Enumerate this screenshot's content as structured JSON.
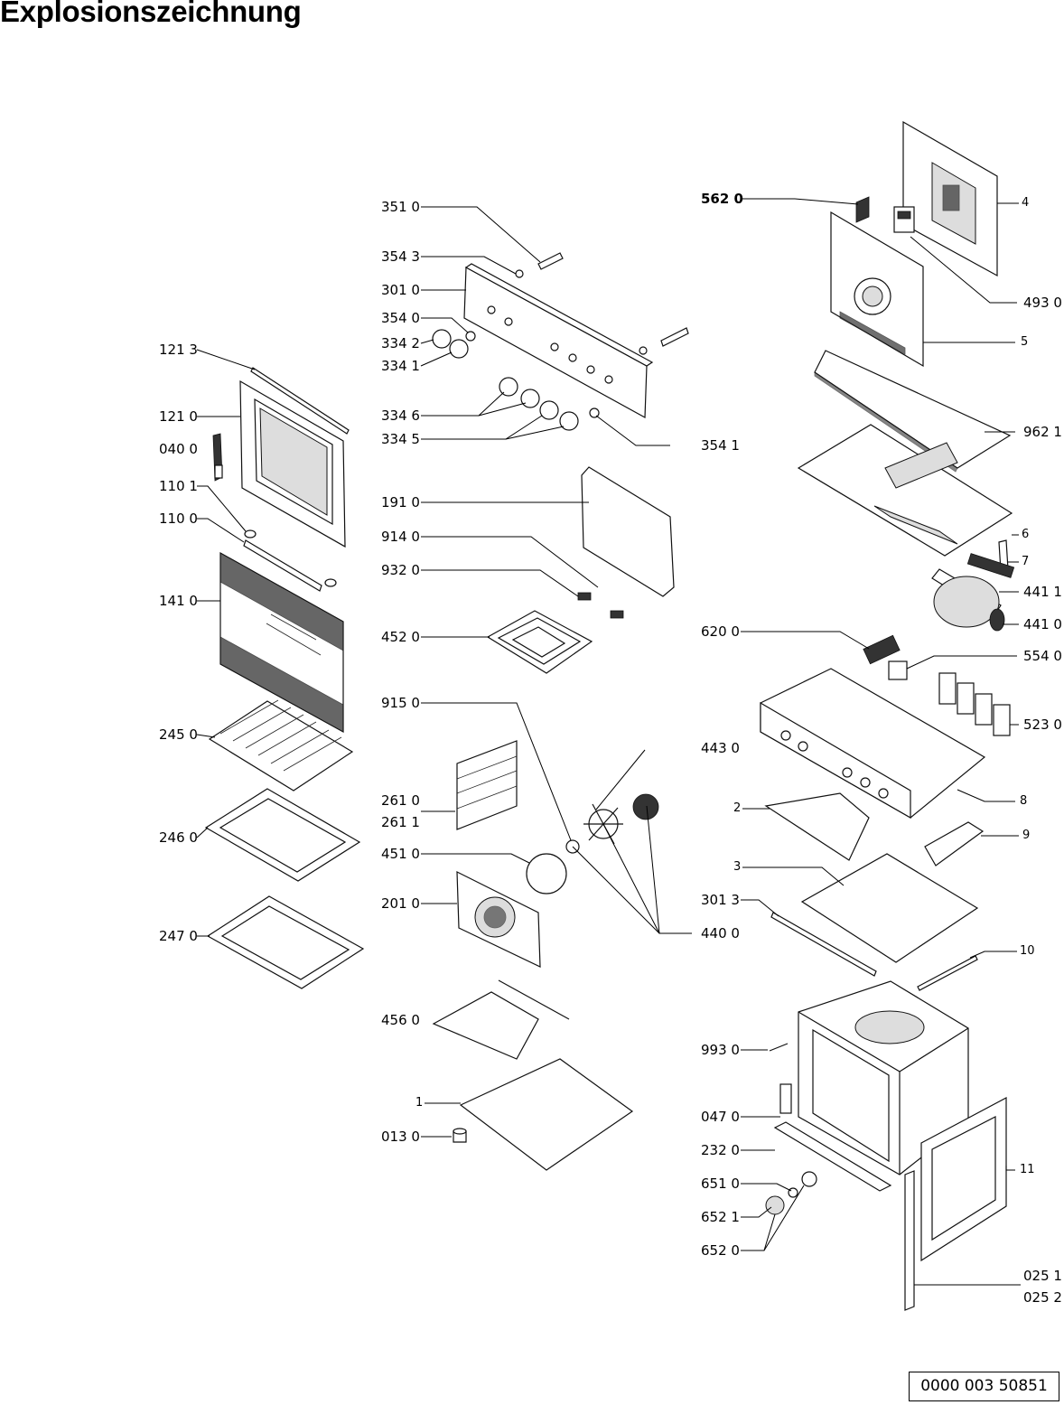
{
  "title": "Explosionszeichnung",
  "document_number": "0000 003 50851",
  "labels": {
    "l3510": "351 0",
    "l3543": "354 3",
    "l3010": "301 0",
    "l3540": "354 0",
    "l3342": "334 2",
    "l3341": "334 1",
    "l3346": "334 6",
    "l3345": "334 5",
    "l3541": "354 1",
    "l1213": "121 3",
    "l1210": "121 0",
    "l0400": "040 0",
    "l1101": "110 1",
    "l1100": "110 0",
    "l1410": "141 0",
    "l2450": "245 0",
    "l2460": "246 0",
    "l2470": "247 0",
    "l1910": "191 0",
    "l9140": "914 0",
    "l9320": "932 0",
    "l4520": "452 0",
    "l9150": "915 0",
    "l2610": "261 0",
    "l2611": "261 1",
    "l4510": "451 0",
    "l2010": "201 0",
    "l4560": "456 0",
    "l1": "1",
    "l0130": "013 0",
    "l5620": "562 0",
    "l4": "4",
    "l4930": "493 0",
    "l5": "5",
    "l9621": "962 1",
    "l6": "6",
    "l7": "7",
    "l4411": "441 1",
    "l4410": "441 0",
    "l6200": "620 0",
    "l5540": "554 0",
    "l5230": "523 0",
    "l4430": "443 0",
    "l8": "8",
    "l2": "2",
    "l9": "9",
    "l3": "3",
    "l3013": "301 3",
    "l4400": "440 0",
    "l10": "10",
    "l9930": "993 0",
    "l0470": "047 0",
    "l2320": "232 0",
    "l11": "11",
    "l6510": "651 0",
    "l6521": "652 1",
    "l6520": "652 0",
    "l0251": "025 1",
    "l0252": "025 2"
  }
}
